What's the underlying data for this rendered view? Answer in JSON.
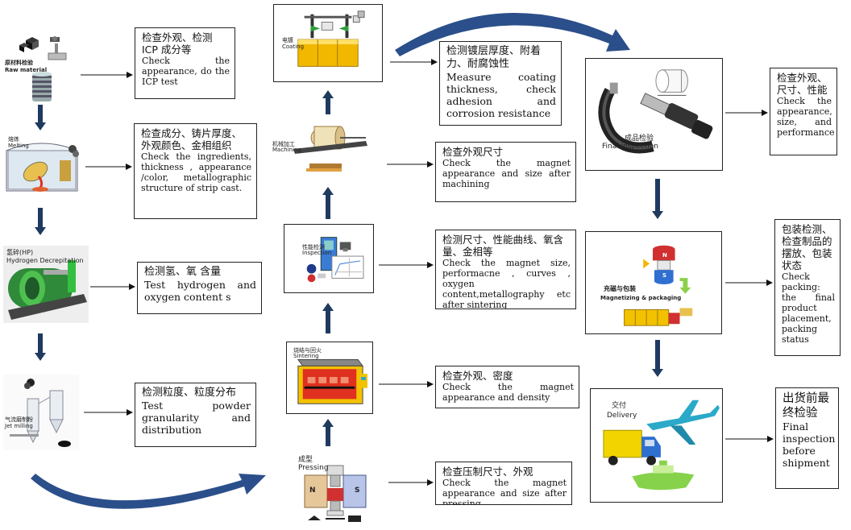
{
  "steps": {
    "raw": {
      "zh": "原材料检验",
      "en": "Raw material"
    },
    "melting": {
      "zh": "熔炼",
      "en": "Melting"
    },
    "hd": {
      "zh": "氢碎(HP)",
      "en": "Hydrogen Decrepitation"
    },
    "jet": {
      "zh": "气流磨制粉",
      "en": "Jet milling"
    },
    "pressing": {
      "zh": "成型",
      "en": "Pressing"
    },
    "sintering": {
      "zh": "烧结与回火",
      "en": "Sintering"
    },
    "inspection": {
      "zh": "性能检测",
      "en": "Inspection"
    },
    "machining": {
      "zh": "机械加工",
      "en": "Machining"
    },
    "coating": {
      "zh": "电镀",
      "en": "Coating"
    },
    "final": {
      "zh": "成品检验",
      "en": "Final inspection"
    },
    "packing": {
      "zh": "充磁与包装",
      "en": "Magnetizing & packaging"
    },
    "delivery": {
      "zh": "交付",
      "en": "Delivery"
    }
  },
  "notes": {
    "raw": {
      "zh": "检查外观、检测 ICP 成分等",
      "en": "Check the appearance, do the ICP test"
    },
    "melting": {
      "zh": "检查成分、铸片厚度、外观颜色、金相组织",
      "en": "Check the ingredients, thickness , appearance /color, metallographic structure of strip cast."
    },
    "hd": {
      "zh": "检测氢、氧 含量",
      "en": "Test hydrogen and oxygen content s"
    },
    "jet": {
      "zh": "检测粒度、粒度分布",
      "en": "Test powder granularity and distribution"
    },
    "pressing": {
      "zh": "检查压制尺寸、外观",
      "en": "Check the magnet appearance and size after pressing"
    },
    "sintering": {
      "zh": "检查外观、密度",
      "en": "Check the magnet appearance and density"
    },
    "inspection": {
      "zh": "检测尺寸、性能曲线、氧含量、金相等",
      "en": "Check the magnet size, performacne , curves , oxygen content,metallography etc after sintering"
    },
    "machining": {
      "zh": "检查外观尺寸",
      "en": "Check the magnet appearance and size after machining"
    },
    "coating": {
      "zh": "检测镀层厚度、附着力、耐腐蚀性",
      "en": "Measure coating thickness, check adhesion and corrosion resistance"
    },
    "final": {
      "zh": "检查外观、尺寸、性能",
      "en": "Check the appearance, size, and performance"
    },
    "packing": {
      "zh": "包装检测、检查制品的摆放、包装状态",
      "en": "Check packing: the final product placement, packing status"
    },
    "delivery": {
      "zh": "出货前最终检验",
      "en": "Final inspection before shipment"
    }
  },
  "colors": {
    "arrow_dark": "#1f3a5f",
    "arrow_curve": "#2b4f8a",
    "magnet_blue": "#2f6fd0",
    "magnet_red": "#d03030",
    "oven_red": "#e03020",
    "oven_yellow": "#f2c200",
    "plane_cyan": "#2aa9c9",
    "ship_green": "#86d24a"
  }
}
